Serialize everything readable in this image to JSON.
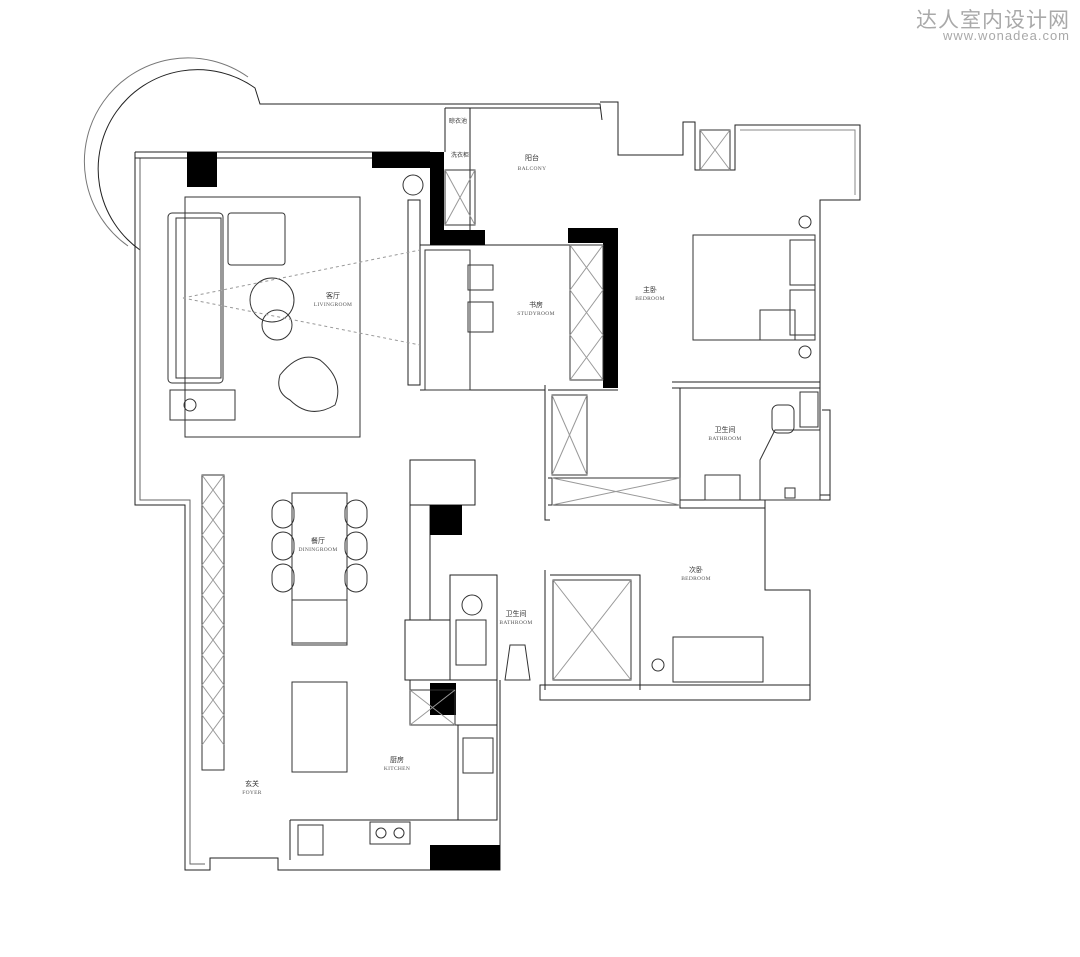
{
  "watermark": {
    "cn": "达人室内设计网",
    "url": "www.wonadea.com"
  },
  "rooms": {
    "living": {
      "cn": "客厅",
      "en": "LIVINGROOM"
    },
    "study": {
      "cn": "书房",
      "en": "STUDYROOM"
    },
    "balcony": {
      "cn": "阳台",
      "en": "BALCONY"
    },
    "master": {
      "cn": "主卧",
      "en": "BEDROOM"
    },
    "bath1": {
      "cn": "卫生间",
      "en": "BATHROOM"
    },
    "second": {
      "cn": "次卧",
      "en": "BEDROOM"
    },
    "bath2": {
      "cn": "卫生间",
      "en": "BATHROOM"
    },
    "dining": {
      "cn": "餐厅",
      "en": "DININGROOM"
    },
    "kitchen": {
      "cn": "厨房",
      "en": "KITCHEN"
    },
    "foyer": {
      "cn": "玄关",
      "en": "FOYER"
    }
  },
  "fixtures": {
    "dryer": "晾衣池",
    "washer": "洗衣柜"
  }
}
